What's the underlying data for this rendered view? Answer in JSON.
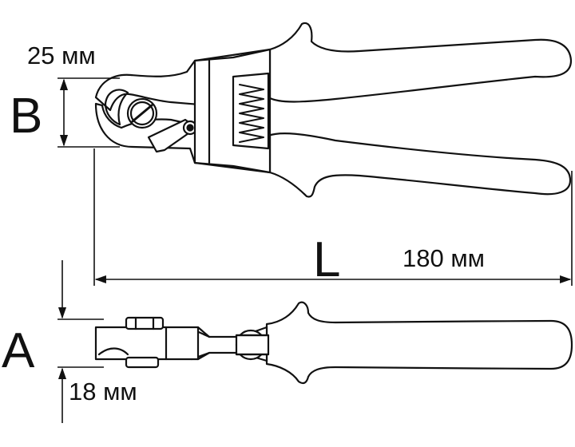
{
  "labels": {
    "b_letter": "B",
    "b_value": "25 мм",
    "l_letter": "L",
    "l_value": "180 мм",
    "a_letter": "A",
    "a_value": "18 мм"
  },
  "colors": {
    "stroke": "#111111",
    "background": "#ffffff"
  }
}
